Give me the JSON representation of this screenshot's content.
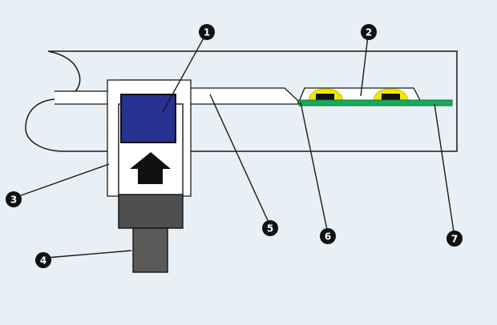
{
  "diagram": {
    "colors": {
      "background": "#e8eff5",
      "outline": "#1a1a1a",
      "body_fill": "#e8eff5",
      "channel_fill": "#ffffff",
      "blue_block": "#27318f",
      "arrow": "#111111",
      "gray_block": "#4f4f4f",
      "gray_post": "#5a5a5a",
      "green_board": "#1aa85a",
      "yellow": "#f2e600",
      "callout_fill": "#111111"
    },
    "icons": [
      "up-arrow-icon"
    ],
    "callouts": [
      {
        "id": "callout-1",
        "label": "1"
      },
      {
        "id": "callout-2",
        "label": "2"
      },
      {
        "id": "callout-3",
        "label": "3"
      },
      {
        "id": "callout-4",
        "label": "4"
      },
      {
        "id": "callout-5",
        "label": "5"
      },
      {
        "id": "callout-6",
        "label": "6"
      },
      {
        "id": "callout-7",
        "label": "7"
      }
    ]
  }
}
